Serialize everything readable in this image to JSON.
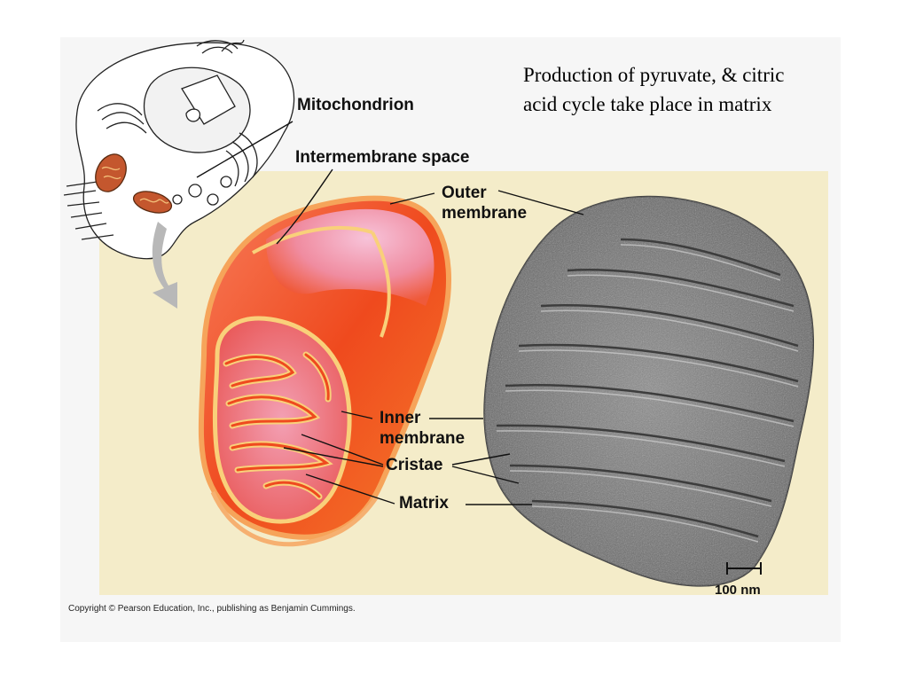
{
  "note": {
    "line1": "Production of pyruvate, & citric",
    "line2": "acid cycle take place in matrix"
  },
  "labels": {
    "mitochondrion": "Mitochondrion",
    "intermembrane_space": "Intermembrane space",
    "outer_membrane_1": "Outer",
    "outer_membrane_2": "membrane",
    "inner_membrane_1": "Inner",
    "inner_membrane_2": "membrane",
    "cristae": "Cristae",
    "matrix": "Matrix",
    "scale_bar": "100 nm"
  },
  "copyright": "Copyright © Pearson Education, Inc., publishing as Benjamin Cummings.",
  "colors": {
    "background_panel": "#f6f6f6",
    "beige_area": "#f4ecc9",
    "mitochondrion_fill": "#ef4a1e",
    "membrane_outline": "#f9d07a",
    "micrograph": "#777777"
  }
}
